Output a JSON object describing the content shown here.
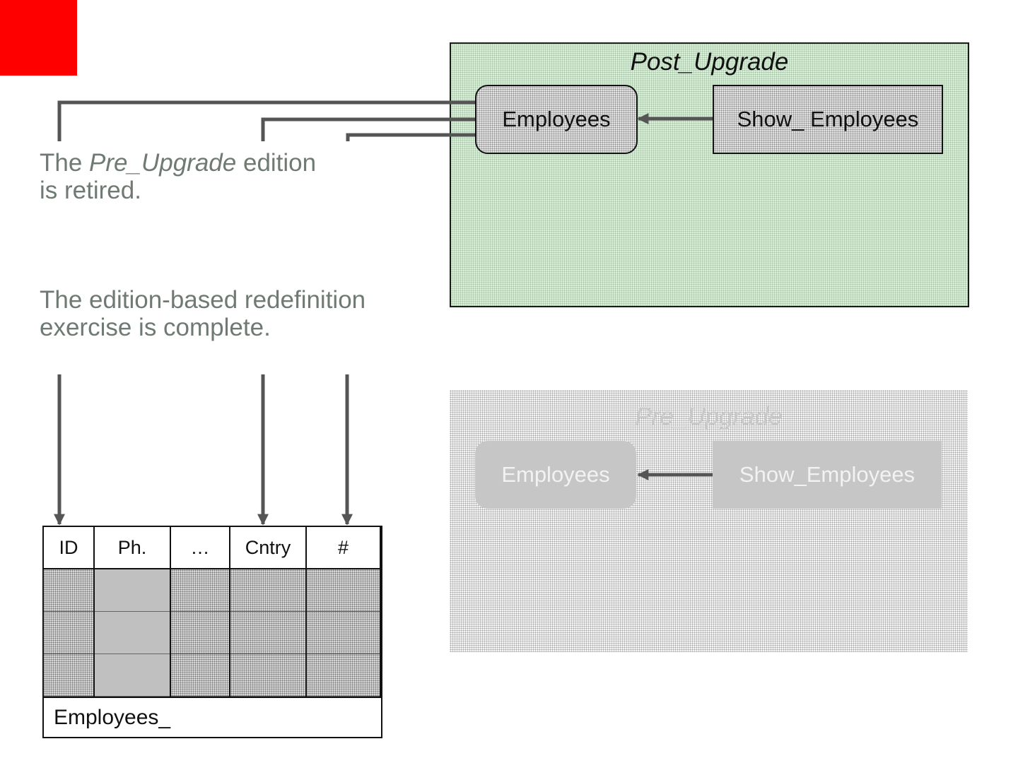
{
  "captions": {
    "retired_prefix": "The ",
    "retired_italic": "Pre_Upgrade",
    "retired_suffix": " edition",
    "retired_line2": "is retired.",
    "complete_line1": "The edition-based redefinition",
    "complete_line2": "exercise is complete."
  },
  "post_upgrade": {
    "title": "Post_Upgrade",
    "employees": "Employees",
    "show_employees": "Show_ Employees"
  },
  "pre_upgrade": {
    "title": "Pre_Upgrade",
    "employees": "Employees",
    "show_employees": "Show_Employees"
  },
  "table": {
    "name": "Employees_",
    "columns": [
      "ID",
      "Ph.",
      "…",
      "Cntry",
      "#"
    ]
  },
  "colors": {
    "brand": "#ff0000",
    "post_panel_fill": "#d8f0d8",
    "caption_text": "#6f7a73",
    "connector": "#555555",
    "faded_object": "#c6c6c6"
  }
}
